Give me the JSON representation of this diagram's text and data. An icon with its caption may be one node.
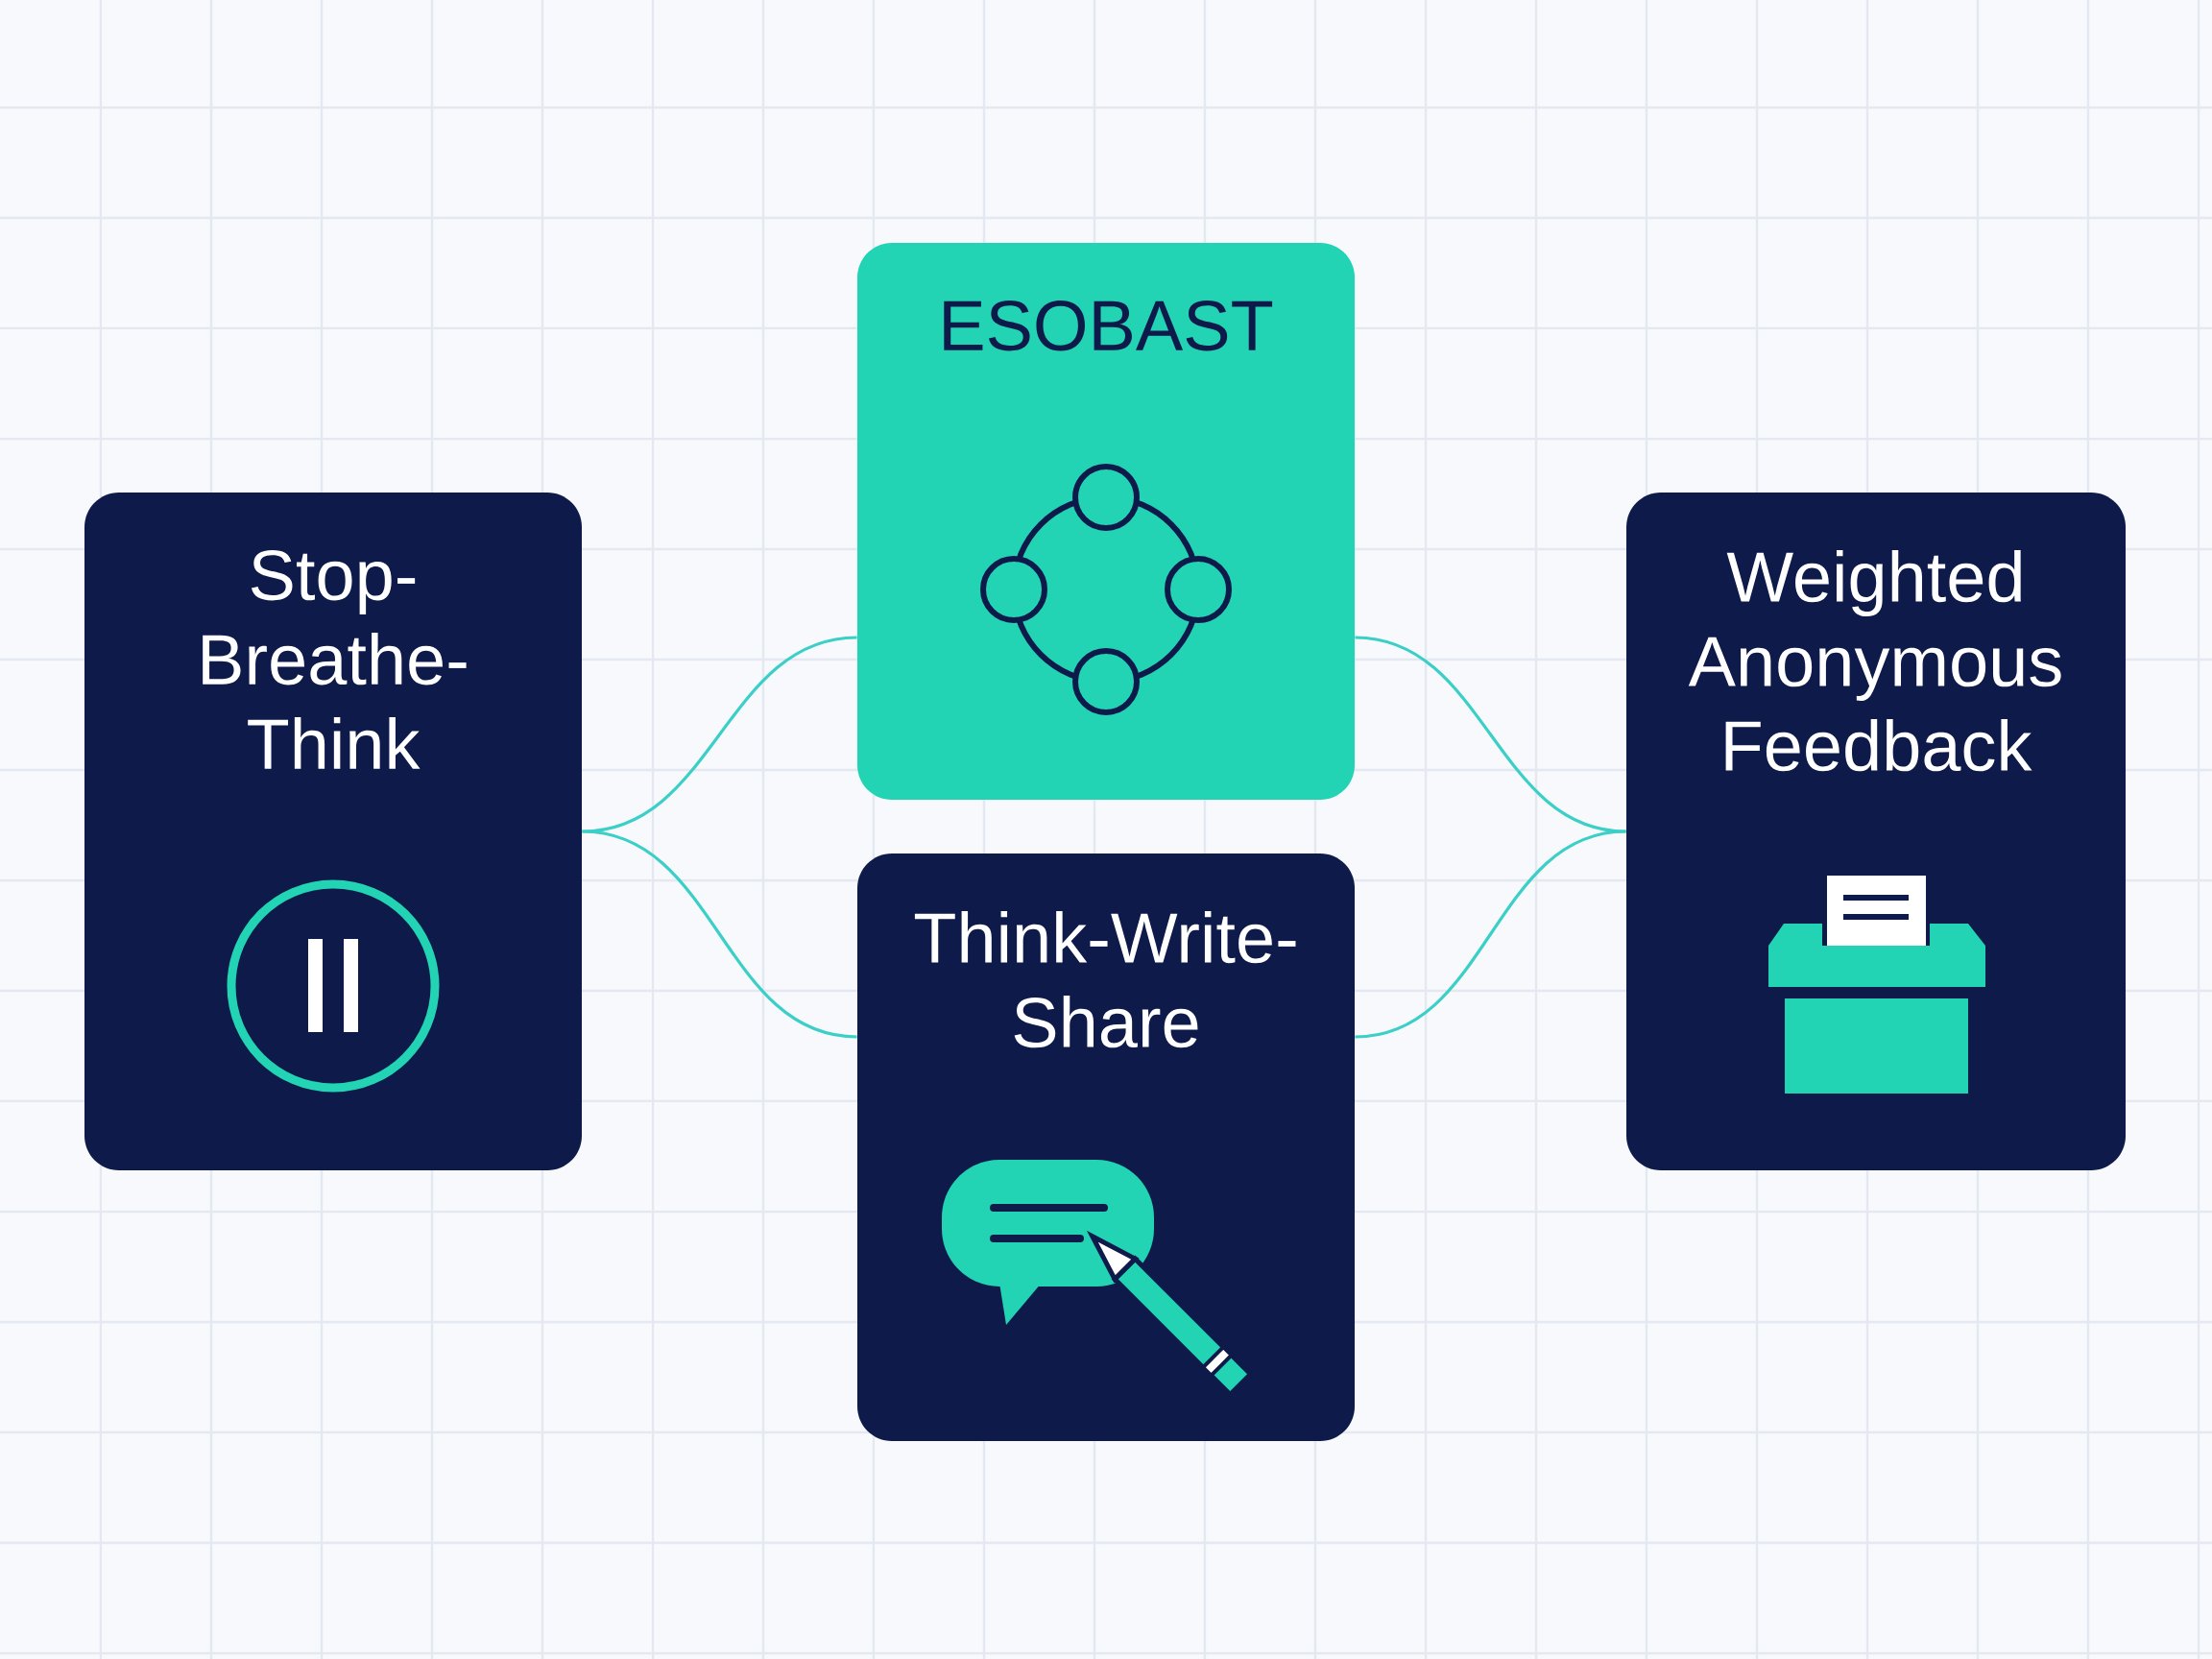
{
  "diagram": {
    "nodes": [
      {
        "text": [
          "Stop-Breathe-Think"
        ]
      },
      {
        "text": [
          "ESOBAST"
        ]
      },
      {
        "text": [
          "Think-Write-Share"
        ]
      },
      {
        "text": [
          "Weighted Anonymous Feedback"
        ]
      }
    ],
    "edges": [
      {
        "from": 0,
        "to": 1,
        "arrow": "none"
      },
      {
        "from": 0,
        "to": 2,
        "arrow": "none"
      },
      {
        "from": 1,
        "to": 3,
        "arrow": "none"
      },
      {
        "from": 2,
        "to": 3,
        "arrow": "none"
      }
    ]
  }
}
